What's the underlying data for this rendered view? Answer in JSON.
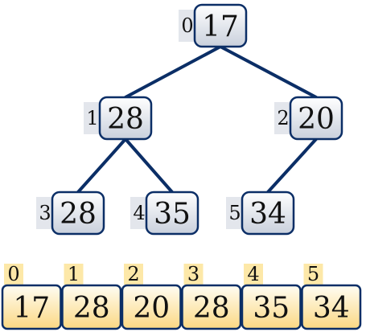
{
  "tree": {
    "nodes": [
      {
        "index": "0",
        "value": "17"
      },
      {
        "index": "1",
        "value": "28"
      },
      {
        "index": "2",
        "value": "20"
      },
      {
        "index": "3",
        "value": "28"
      },
      {
        "index": "4",
        "value": "35"
      },
      {
        "index": "5",
        "value": "34"
      }
    ],
    "edges": [
      [
        0,
        1
      ],
      [
        0,
        2
      ],
      [
        1,
        3
      ],
      [
        1,
        4
      ],
      [
        2,
        5
      ]
    ]
  },
  "array": {
    "cells": [
      {
        "index": "0",
        "value": "17"
      },
      {
        "index": "1",
        "value": "28"
      },
      {
        "index": "2",
        "value": "20"
      },
      {
        "index": "3",
        "value": "28"
      },
      {
        "index": "4",
        "value": "35"
      },
      {
        "index": "5",
        "value": "34"
      }
    ]
  },
  "colors": {
    "edge": "#0b2e66",
    "node_fill_light": "#ffffff",
    "node_fill_dark": "#c9d0dc",
    "index_tag_bg": "#e3e6ec",
    "array_fill_light": "#fffdf3",
    "array_fill_dark": "#fbd883",
    "array_index_bg": "#fde8a8"
  }
}
